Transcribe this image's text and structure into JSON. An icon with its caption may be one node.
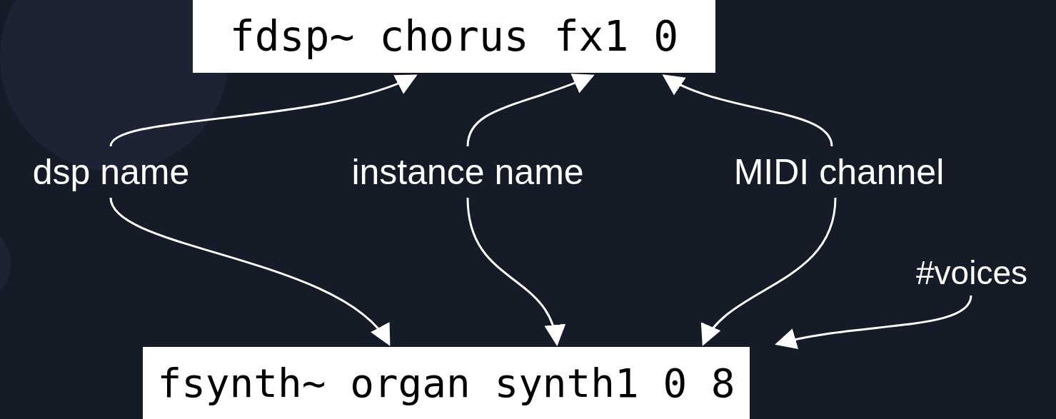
{
  "diagram": {
    "nodes": [
      {
        "text": [
          "fdsp~ chorus fx1 0"
        ]
      },
      {
        "text": [
          "dsp name"
        ]
      },
      {
        "text": [
          "instance name"
        ]
      },
      {
        "text": [
          "MIDI channel"
        ]
      },
      {
        "text": [
          "#voices"
        ]
      },
      {
        "text": [
          "fsynth~ organ synth1 0 8"
        ]
      }
    ],
    "edges": [
      {
        "from": 1,
        "to": 0,
        "arrow": "to"
      },
      {
        "from": 2,
        "to": 0,
        "arrow": "to"
      },
      {
        "from": 3,
        "to": 0,
        "arrow": "to"
      },
      {
        "from": 1,
        "to": 5,
        "arrow": "to"
      },
      {
        "from": 2,
        "to": 5,
        "arrow": "to"
      },
      {
        "from": 3,
        "to": 5,
        "arrow": "to"
      },
      {
        "from": 4,
        "to": 5,
        "arrow": "to"
      }
    ]
  }
}
